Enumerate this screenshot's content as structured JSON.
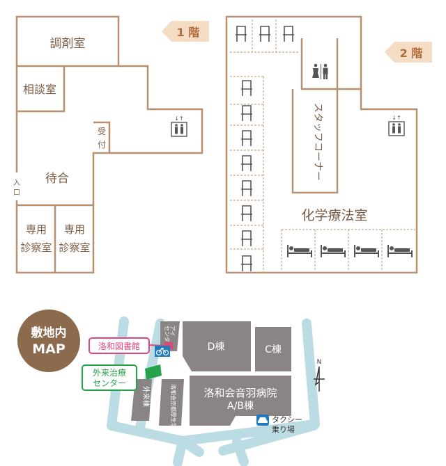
{
  "floor1": {
    "badge": "1 階",
    "rooms": {
      "pharmacy": "調剤室",
      "consult": "相談室",
      "waiting": "待合",
      "reception_1": "受",
      "reception_2": "付",
      "entrance_1": "入",
      "entrance_2": "口",
      "exam1_line1": "専用",
      "exam1_line2": "診察室",
      "exam2_line1": "専用",
      "exam2_line2": "診察室"
    }
  },
  "floor2": {
    "badge": "2 階",
    "staff_corner": "スタッフコーナー",
    "chemo_room": "化学療法室"
  },
  "map": {
    "badge_line1": "敷地内",
    "badge_line2": "MAP",
    "library": "洛和図書館",
    "outpatient_line1": "外来治療",
    "outpatient_line2": "センター",
    "eye_center_1": "アイ",
    "eye_center_2": "センター",
    "d_building": "D棟",
    "c_building": "C棟",
    "main_line1": "洛和会音羽病院",
    "main_line2": "A/B棟",
    "gairai": "外来棟",
    "school": "洛和会京都厚生学校",
    "taxi_line1": "タクシー",
    "taxi_line2": "乗り場"
  },
  "colors": {
    "wall": "#b89070",
    "text": "#7a5c45",
    "badge_bg": "#f5dcc5",
    "badge_text": "#b06a3b",
    "building": "#8a8584",
    "road": "#bcdce4",
    "library": "#e0457b",
    "outpatient": "#25a24a",
    "map_badge": "#8b6a4e"
  },
  "icons": [
    "elevator-icon",
    "restroom-icon",
    "chair-icon",
    "bed-icon",
    "bicycle-icon",
    "taxi-icon",
    "north-arrow-icon"
  ]
}
